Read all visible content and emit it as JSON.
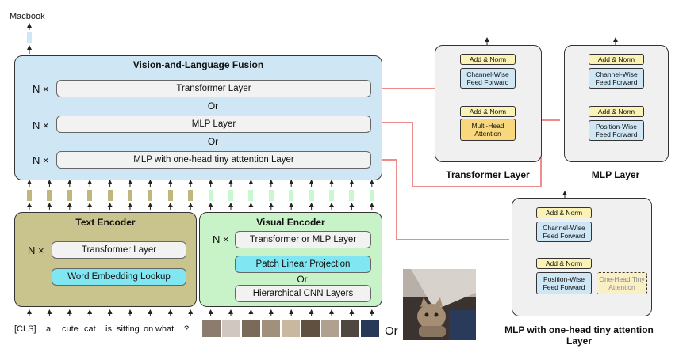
{
  "output_label": "Macbook",
  "fusion": {
    "title": "Vision-and-Language Fusion",
    "nx": "N ×",
    "or": "Or",
    "layers": [
      "Transformer Layer",
      "MLP Layer",
      "MLP with one-head tiny atttention Layer"
    ]
  },
  "text_encoder": {
    "title": "Text Encoder",
    "nx": "N ×",
    "transformer": "Transformer Layer",
    "embedding": "Word Embedding Lookup"
  },
  "visual_encoder": {
    "title": "Visual Encoder",
    "nx": "N ×",
    "layer": "Transformer or MLP Layer",
    "patch": "Patch Linear Projection",
    "or": "Or",
    "cnn": "Hierarchical CNN Layers"
  },
  "tokens": [
    "[CLS]",
    "a",
    "cute",
    "cat",
    "is",
    "sitting",
    "on",
    "what",
    "?"
  ],
  "image_or": "Or",
  "transformer_block": {
    "caption": "Transformer Layer",
    "add_norm": "Add & Norm",
    "ff": "Channel-Wise Feed Forward",
    "mha": "Multi-Head Attention"
  },
  "mlp_block": {
    "caption": "MLP Layer",
    "add_norm": "Add & Norm",
    "ff": "Channel-Wise Feed Forward",
    "pw": "Position-Wise Feed Forward"
  },
  "tiny_block": {
    "caption": "MLP with one-head tiny attention Layer",
    "add_norm": "Add & Norm",
    "ff": "Channel-Wise Feed Forward",
    "pw": "Position-Wise Feed Forward",
    "tiny": "One-Head Tiny Attention"
  },
  "colors": {
    "fusion": "#cfe6f4",
    "text_encoder": "#c9c48e",
    "visual_encoder": "#c8f3c8",
    "arrow": "#f08c8c",
    "token_text": "#bfb87a",
    "token_visual": "#c8f7d2"
  }
}
